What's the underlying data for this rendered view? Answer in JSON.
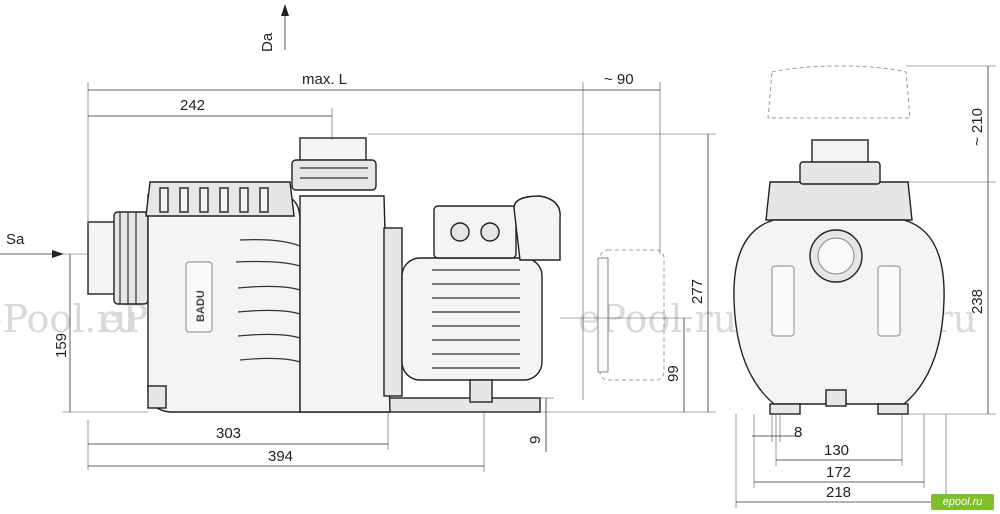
{
  "labels": {
    "discharge": "Da",
    "suction": "Sa",
    "max_length": "max. L",
    "approx_90": "~ 90",
    "approx_210": "~ 210",
    "d242": "242",
    "d159": "159",
    "d303": "303",
    "d394": "394",
    "d277": "277",
    "d99": "99",
    "d9": "9",
    "d238": "238",
    "d8": "8",
    "d130": "130",
    "d172": "172",
    "d218": "218"
  },
  "watermark": "ePool.ru",
  "site_badge": "epool.ru",
  "brand_on_housing": "BADU",
  "colors": {
    "line": "#222222",
    "watermark": "#d9d9d9",
    "badge": "#7fbf2a"
  }
}
